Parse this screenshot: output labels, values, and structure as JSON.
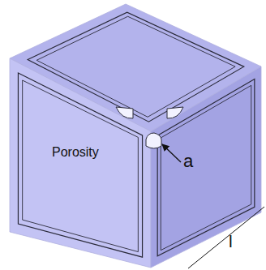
{
  "diagram": {
    "labels": [
      "Porosity",
      "a",
      "l"
    ]
  }
}
